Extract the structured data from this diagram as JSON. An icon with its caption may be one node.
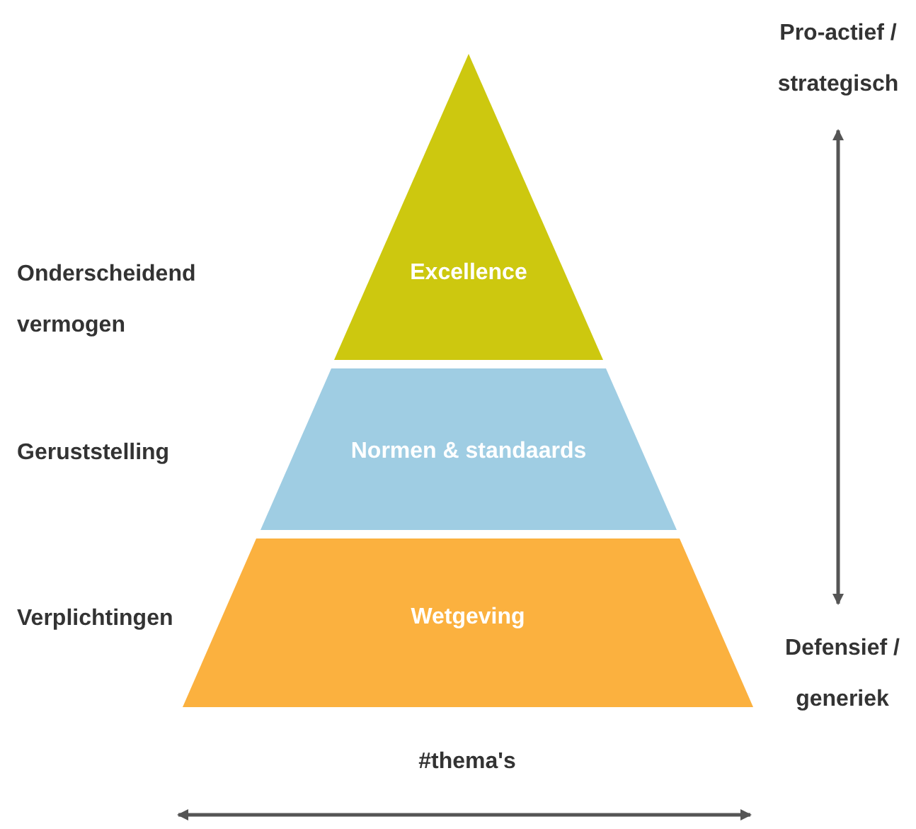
{
  "diagram": {
    "nodes": [
      {
        "text": [
          "Excellence"
        ]
      },
      {
        "text": [
          "Normen & standaards"
        ]
      },
      {
        "text": [
          "Wetgeving"
        ]
      }
    ],
    "labels": [
      "Pro-actief / strategisch",
      "Onderscheidend vermogen",
      "Geruststelling",
      "Verplichtingen",
      "Defensief / generiek",
      "#thema's"
    ]
  }
}
